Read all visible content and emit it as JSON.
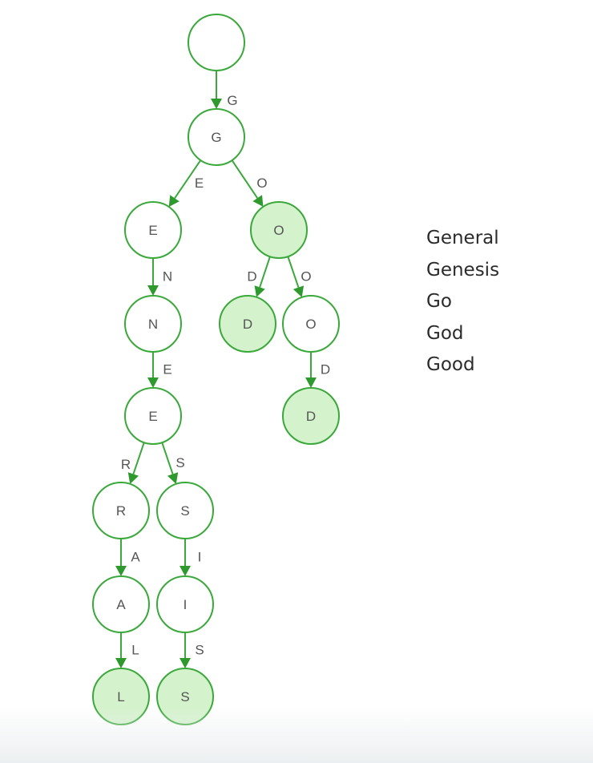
{
  "colors": {
    "stroke": "#3aa83a",
    "arrow": "#2e9a2e",
    "node_fill": "#ffffff",
    "terminal_fill": "#d4f2cc",
    "label": "#555555"
  },
  "trie": {
    "nodes": [
      {
        "id": "root",
        "label": "",
        "terminal": false
      },
      {
        "id": "g",
        "label": "G",
        "terminal": false
      },
      {
        "id": "ge",
        "label": "E",
        "terminal": false
      },
      {
        "id": "go",
        "label": "O",
        "terminal": true
      },
      {
        "id": "gen",
        "label": "N",
        "terminal": false
      },
      {
        "id": "god",
        "label": "D",
        "terminal": true
      },
      {
        "id": "goo",
        "label": "O",
        "terminal": false
      },
      {
        "id": "gene",
        "label": "E",
        "terminal": false
      },
      {
        "id": "good",
        "label": "D",
        "terminal": true
      },
      {
        "id": "gener",
        "label": "R",
        "terminal": false
      },
      {
        "id": "genes",
        "label": "S",
        "terminal": false
      },
      {
        "id": "genera",
        "label": "A",
        "terminal": false
      },
      {
        "id": "genesi",
        "label": "I",
        "terminal": false
      },
      {
        "id": "general",
        "label": "L",
        "terminal": true
      },
      {
        "id": "genesis",
        "label": "S",
        "terminal": true
      }
    ],
    "edges": [
      {
        "from": "root",
        "to": "g",
        "label": "G"
      },
      {
        "from": "g",
        "to": "ge",
        "label": "E"
      },
      {
        "from": "g",
        "to": "go",
        "label": "O"
      },
      {
        "from": "ge",
        "to": "gen",
        "label": "N"
      },
      {
        "from": "go",
        "to": "god",
        "label": "D"
      },
      {
        "from": "go",
        "to": "goo",
        "label": "O"
      },
      {
        "from": "gen",
        "to": "gene",
        "label": "E"
      },
      {
        "from": "goo",
        "to": "good",
        "label": "D"
      },
      {
        "from": "gene",
        "to": "gener",
        "label": "R"
      },
      {
        "from": "gene",
        "to": "genes",
        "label": "S"
      },
      {
        "from": "gener",
        "to": "genera",
        "label": "A"
      },
      {
        "from": "genes",
        "to": "genesi",
        "label": "I"
      },
      {
        "from": "genera",
        "to": "general",
        "label": "L"
      },
      {
        "from": "genesi",
        "to": "genesis",
        "label": "S"
      }
    ]
  },
  "words": [
    "General",
    "Genesis",
    "Go",
    "God",
    "Good"
  ]
}
